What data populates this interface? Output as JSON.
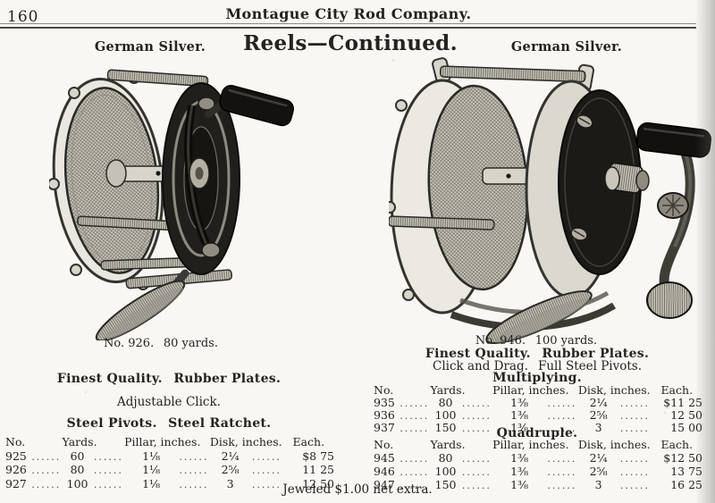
{
  "page": {
    "number": "160",
    "company_header": "Montague City Rod Company.",
    "title": "Reels—Continued.",
    "footnote": "Jeweled $1.00 net extra.",
    "leader": "......"
  },
  "left": {
    "material_label": "German Silver.",
    "caption": "No. 926.  80 yards.",
    "quality_line": "Finest Quality.  Rubber Plates.",
    "feature_line": "Adjustable Click.",
    "pivots_line": "Steel Pivots.  Steel Ratchet.",
    "illustration": "single-action-fly-reel-engraving",
    "table": {
      "headers": [
        "No.",
        "Yards.",
        "Pillar, inches.",
        "Disk, inches.",
        "Each."
      ],
      "rows": [
        [
          "925",
          "60",
          "1⅛",
          "2¼",
          "$8 75"
        ],
        [
          "926",
          "80",
          "1⅛",
          "2⅝",
          "11 25"
        ],
        [
          "927",
          "100",
          "1⅛",
          "3",
          "12 50"
        ]
      ]
    }
  },
  "right": {
    "material_label": "German Silver.",
    "caption": "No. 946.  100 yards.",
    "quality_line": "Finest Quality.  Rubber Plates.",
    "feature_line": "Click and Drag.  Full Steel Pivots.",
    "illustration": "multiplying-casting-reel-engraving",
    "multiplying": {
      "title": "Multiplying.",
      "headers": [
        "No.",
        "Yards.",
        "Pillar, inches.",
        "Disk, inches.",
        "Each."
      ],
      "rows": [
        [
          "935",
          "80",
          "1⅜",
          "2¼",
          "$11 25"
        ],
        [
          "936",
          "100",
          "1⅜",
          "2⅝",
          "12 50"
        ],
        [
          "937",
          "150",
          "1⅜",
          "3",
          "15 00"
        ]
      ]
    },
    "quadruple": {
      "title": "Quadruple.",
      "headers": [
        "No.",
        "Yards.",
        "Pillar, inches.",
        "Disk, inches.",
        "Each."
      ],
      "rows": [
        [
          "945",
          "80",
          "1⅜",
          "2¼",
          "$12 50"
        ],
        [
          "946",
          "100",
          "1⅜",
          "2⅝",
          "13 75"
        ],
        [
          "947",
          "150",
          "1⅜",
          "3",
          "16 25"
        ]
      ]
    }
  }
}
